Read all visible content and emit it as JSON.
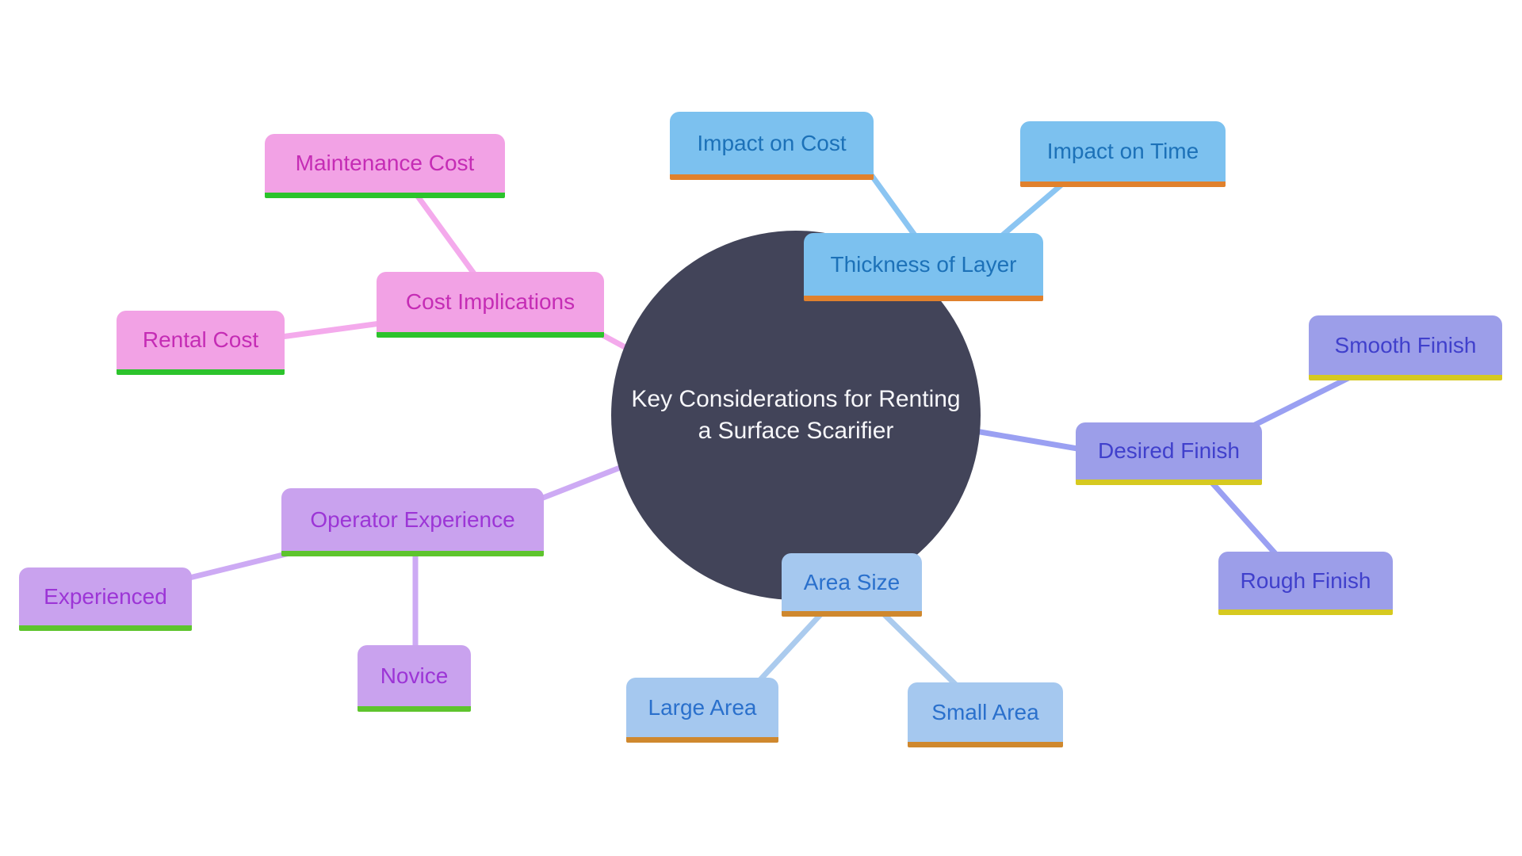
{
  "title": "Key Considerations for Renting a Surface Scarifier",
  "center": {
    "line1": "Key Considerations for Renting",
    "line2": "a Surface Scarifier",
    "fill": "#424459",
    "text_color": "#F7F7FA"
  },
  "branches": [
    {
      "label": "Thickness of Layer",
      "children": [
        "Impact on Cost",
        "Impact on Time"
      ],
      "fill": "#7CC1EF",
      "text_color": "#1C71B8",
      "underline_color": "#E0812D",
      "line_color": "#8BC5F2"
    },
    {
      "label": "Area Size",
      "children": [
        "Large Area",
        "Small Area"
      ],
      "fill": "#A5C8EF",
      "text_color": "#2A70CC",
      "underline_color": "#CF882E",
      "line_color": "#ABCBEE"
    },
    {
      "label": "Desired Finish",
      "children": [
        "Smooth Finish",
        "Rough Finish"
      ],
      "fill": "#9C9EE9",
      "text_color": "#4040CC",
      "underline_color": "#D6C920",
      "line_color": "#9AA0F2"
    },
    {
      "label": "Cost Implications",
      "children": [
        "Maintenance Cost",
        "Rental Cost"
      ],
      "fill": "#F2A2E5",
      "text_color": "#C52CB5",
      "underline_color": "#2CC32C",
      "line_color": "#F4AAEC"
    },
    {
      "label": "Operator Experience",
      "children": [
        "Experienced",
        "Novice"
      ],
      "fill": "#C9A2EE",
      "text_color": "#9C35D6",
      "underline_color": "#5EC42D",
      "line_color": "#CDAAF4"
    }
  ]
}
